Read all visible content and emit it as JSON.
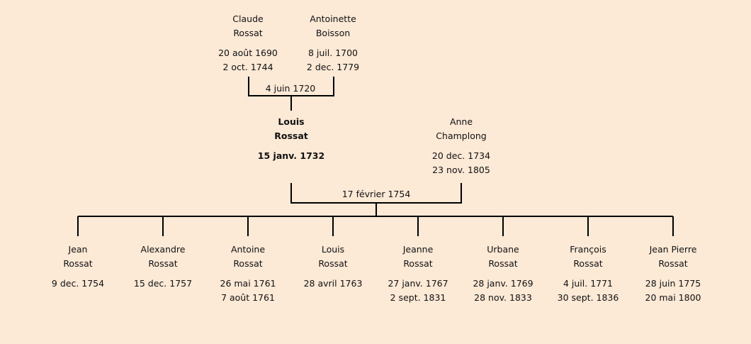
{
  "grandparents": [
    {
      "first": "Claude",
      "last": "Rossat",
      "birth": "20 août 1690",
      "death": "2 oct. 1744"
    },
    {
      "first": "Antoinette",
      "last": "Boisson",
      "birth": "8 juil. 1700",
      "death": "2 dec. 1779"
    }
  ],
  "grandparents_marriage": "4 juin 1720",
  "subject": {
    "first": "Louis",
    "last": "Rossat",
    "birth": "15 janv. 1732"
  },
  "spouse": {
    "first": "Anne",
    "last": "Champlong",
    "birth": "20 dec. 1734",
    "death": "23 nov. 1805"
  },
  "marriage": "17 février 1754",
  "children": [
    {
      "first": "Jean",
      "last": "Rossat",
      "birth": "9 dec. 1754",
      "death": ""
    },
    {
      "first": "Alexandre",
      "last": "Rossat",
      "birth": "15 dec. 1757",
      "death": ""
    },
    {
      "first": "Antoine",
      "last": "Rossat",
      "birth": "26 mai 1761",
      "death": "7 août 1761"
    },
    {
      "first": "Louis",
      "last": "Rossat",
      "birth": "28 avril 1763",
      "death": ""
    },
    {
      "first": "Jeanne",
      "last": "Rossat",
      "birth": "27 janv. 1767",
      "death": "2 sept. 1831"
    },
    {
      "first": "Urbane",
      "last": "Rossat",
      "birth": "28 janv. 1769",
      "death": "28 nov. 1833"
    },
    {
      "first": "François",
      "last": "Rossat",
      "birth": "4 juil. 1771",
      "death": "30 sept. 1836"
    },
    {
      "first": "Jean Pierre",
      "last": "Rossat",
      "birth": "28 juin 1775",
      "death": "20 mai 1800"
    }
  ]
}
